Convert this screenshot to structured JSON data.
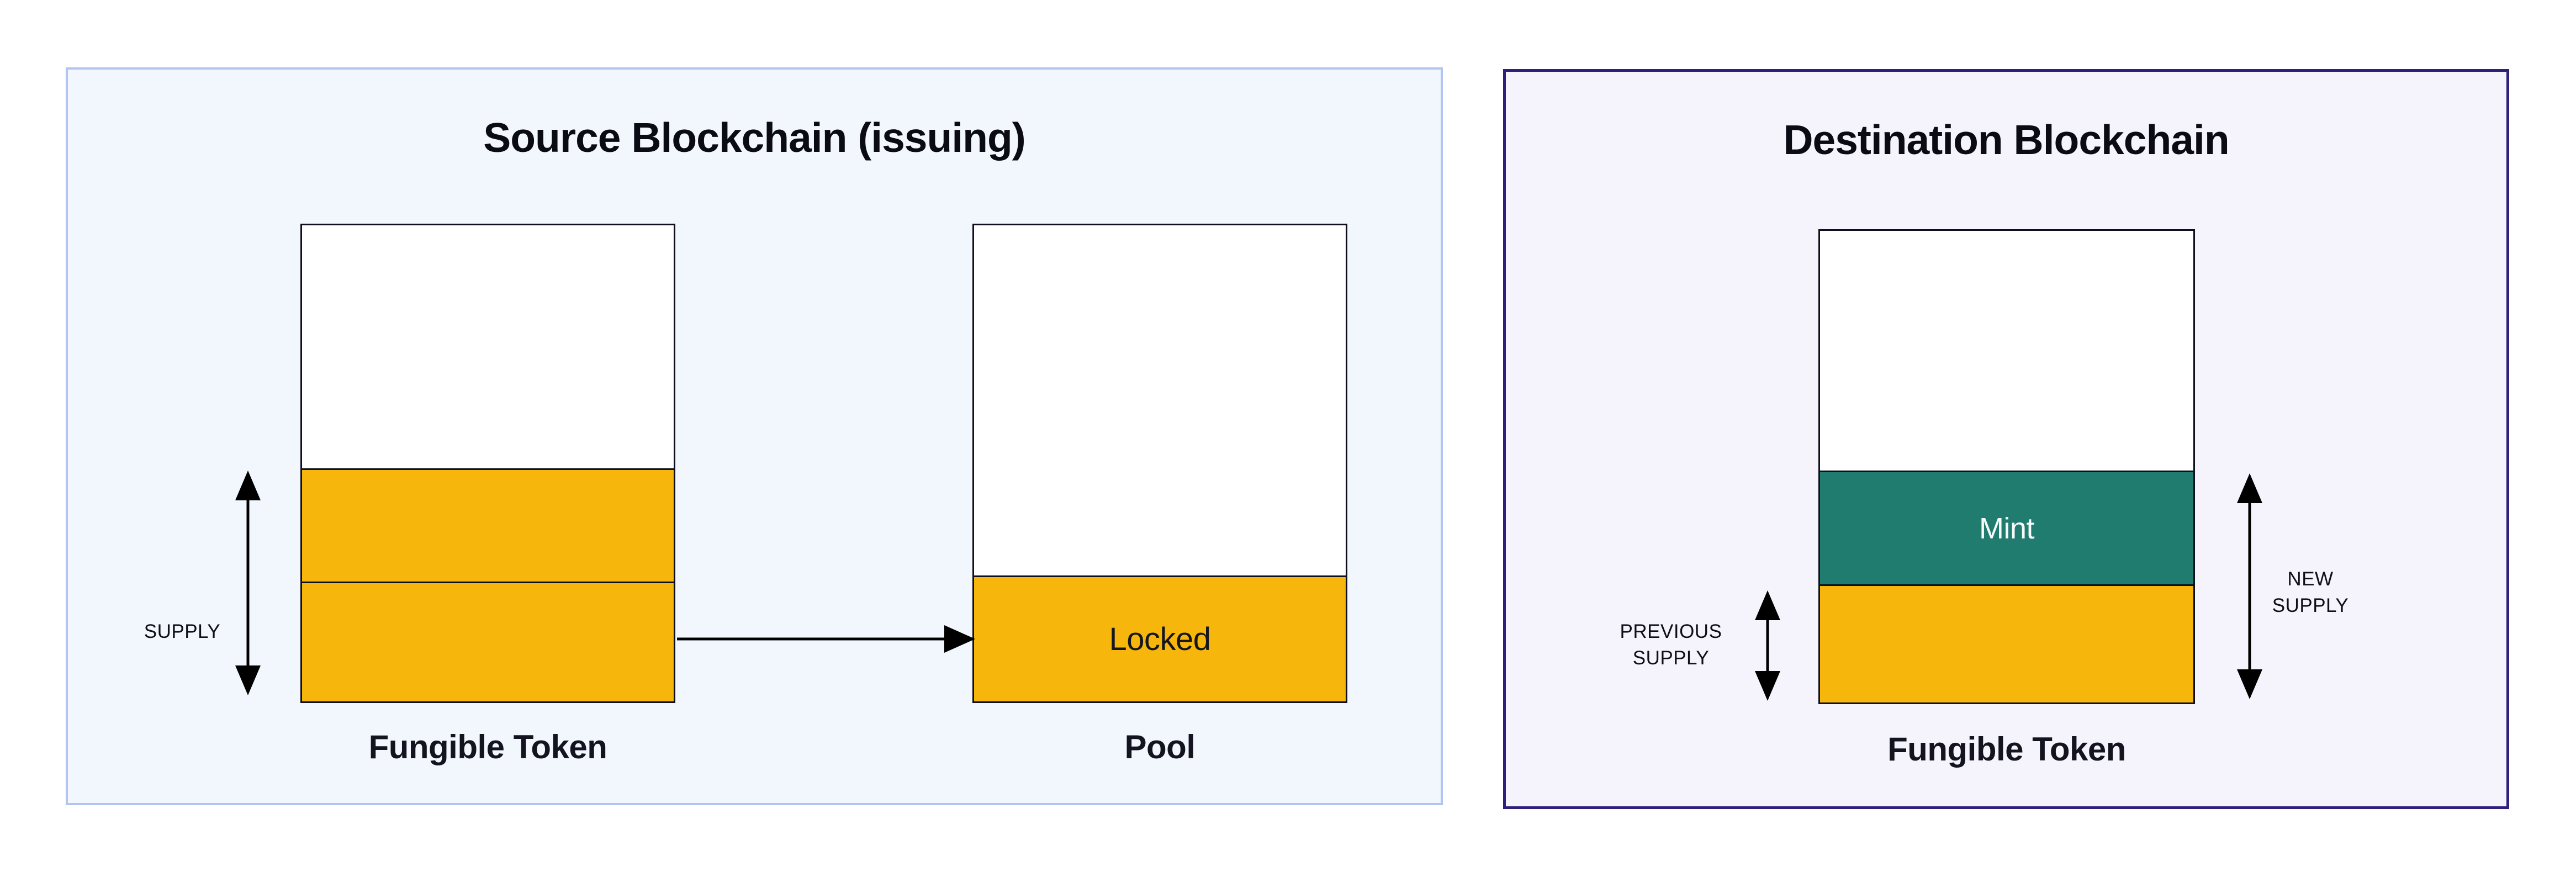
{
  "colors": {
    "token_fill": "#F7B60B",
    "mint_fill": "#217C70",
    "empty_fill": "#FFFFFF",
    "source_panel_bg": "#F2F6FD",
    "source_panel_border": "#B0C6F1",
    "dest_panel_bg": "#F5F3FC",
    "dest_panel_border": "#2E1F7E"
  },
  "source_panel": {
    "title": "Source Blockchain (issuing)",
    "supply_label": "SUPPLY",
    "locked_label": "Locked",
    "token_bar_label": "Fungible Token",
    "pool_bar_label": "Pool"
  },
  "destination_panel": {
    "title": "Destination Blockchain",
    "mint_label": "Mint",
    "previous_supply_line1": "PREVIOUS",
    "previous_supply_line2": "SUPPLY",
    "new_supply_line1": "NEW",
    "new_supply_line2": "SUPPLY",
    "token_bar_label": "Fungible Token"
  }
}
